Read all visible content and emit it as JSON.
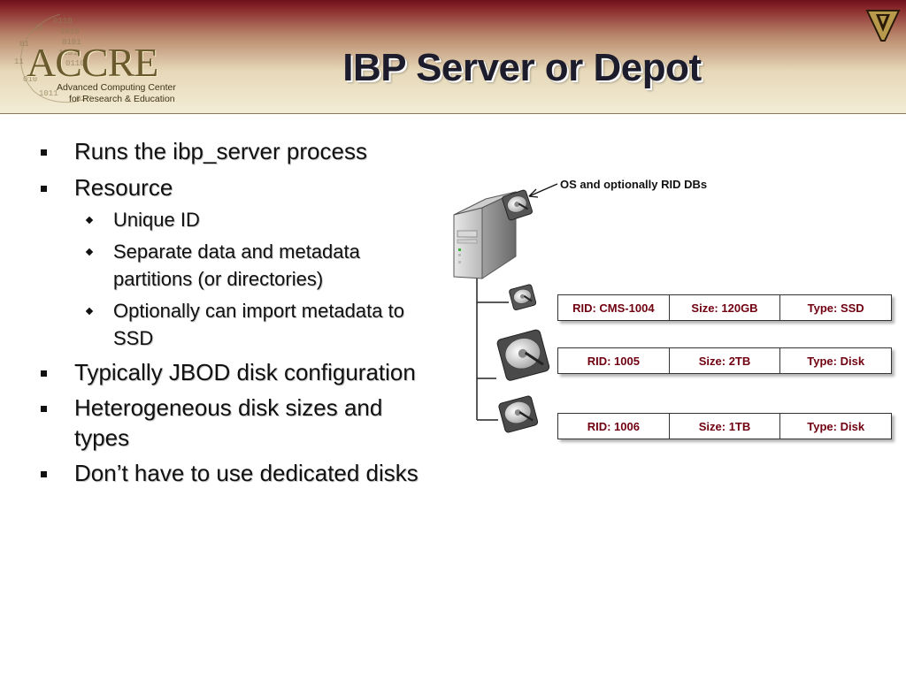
{
  "slide": {
    "title": "IBP Server or Depot",
    "logo": {
      "name": "ACCRE",
      "line1": "Advanced Computing Center",
      "line2": "for Research & Education"
    },
    "corner_logo": "vanderbilt-v-icon"
  },
  "bullets": [
    {
      "level": 1,
      "text": "Runs the ibp_server process"
    },
    {
      "level": 1,
      "text": "Resource"
    },
    {
      "level": 2,
      "text": "Unique ID"
    },
    {
      "level": 2,
      "text": "Separate data and metadata partitions (or directories)"
    },
    {
      "level": 2,
      "text": "Optionally can import metadata to SSD"
    },
    {
      "level": 1,
      "text": "Typically JBOD disk configuration"
    },
    {
      "level": 1,
      "text": "Heterogeneous disk sizes and types"
    },
    {
      "level": 1,
      "text": "Don’t have to use dedicated disks"
    }
  ],
  "diagram": {
    "callout": "OS and optionally RID DBs",
    "resources": [
      {
        "rid": "RID: CMS-1004",
        "size": "Size: 120GB",
        "type": "Type: SSD"
      },
      {
        "rid": "RID: 1005",
        "size": "Size: 2TB",
        "type": "Type: Disk"
      },
      {
        "rid": "RID: 1006",
        "size": "Size: 1TB",
        "type": "Type: Disk"
      }
    ]
  },
  "colors": {
    "header_dark": "#6e0f1c",
    "header_light": "#f3ecd6",
    "table_text": "#700010",
    "logo_gold": "#6b5a2e"
  }
}
